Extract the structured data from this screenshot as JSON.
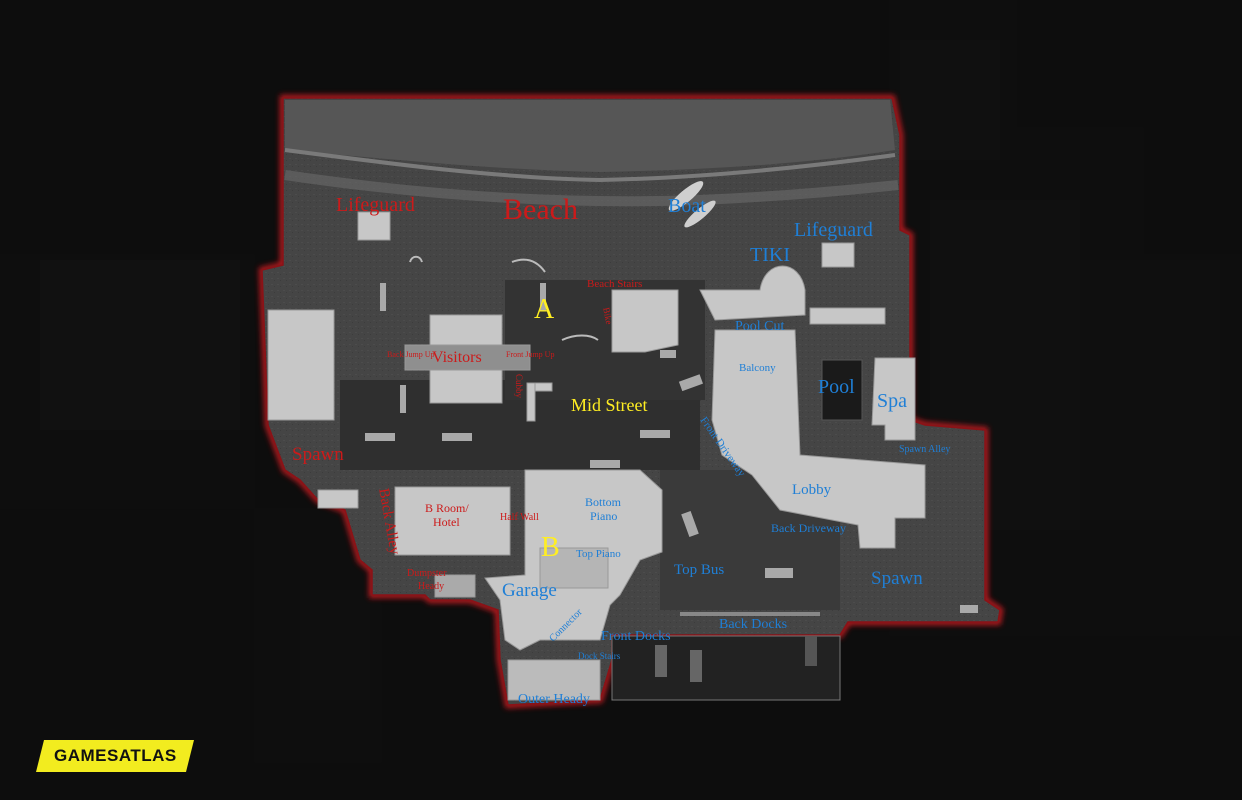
{
  "brand": {
    "name": "GAMESATLAS",
    "color": "#f2ec1f"
  },
  "colors": {
    "attacker": "#cc1a1a",
    "defender": "#1f7fd6",
    "site": "#ffee22",
    "border": "#b3161c"
  },
  "sites": [
    {
      "name": "A"
    },
    {
      "name": "B"
    }
  ],
  "callouts": {
    "red": [
      "Lifeguard",
      "Beach",
      "Beach Stairs",
      "Bike",
      "Back Jump Up",
      "Visitors",
      "Front Jump Up",
      "Cubby",
      "Spawn",
      "Back Alley",
      "B Room/",
      "Hotel",
      "Half Wall",
      "Dumpster",
      "Heady"
    ],
    "blue": [
      "Boat",
      "Lifeguard",
      "TIKI",
      "Pool Cut",
      "Balcony",
      "Pool",
      "Spa",
      "Front Driveway",
      "Spawn Alley",
      "Lobby",
      "Back Driveway",
      "Spawn",
      "Bottom",
      "Piano",
      "Top Piano",
      "Top Bus",
      "Garage",
      "Connector",
      "Front Docks",
      "Back Docks",
      "Dock Stairs",
      "Outer Heady"
    ],
    "yellow": [
      "Mid Street"
    ]
  }
}
